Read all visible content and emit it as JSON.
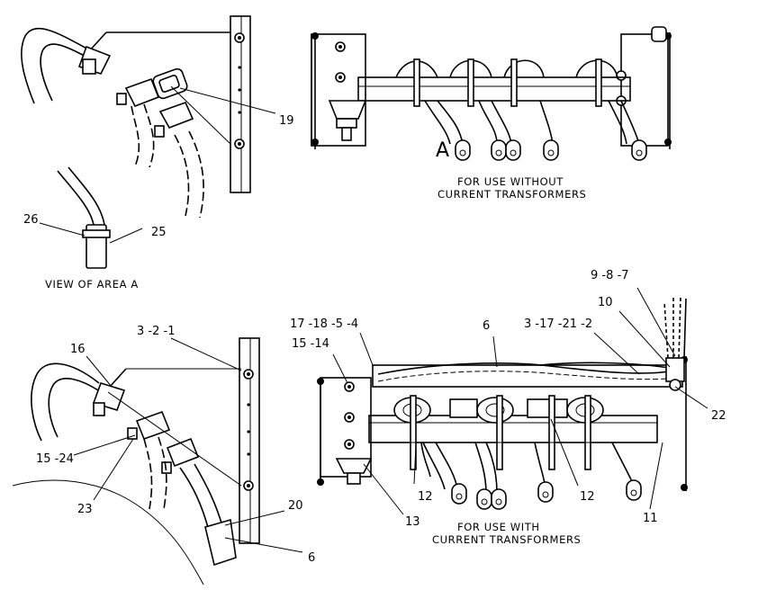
{
  "diagram": {
    "captions": {
      "without_ct_line1": "FOR USE WITHOUT",
      "without_ct_line2": "CURRENT TRANSFORMERS",
      "with_ct_line1": "FOR USE WITH",
      "with_ct_line2": "CURRENT TRANSFORMERS",
      "view_area": "VIEW OF AREA A",
      "area_marker": "A"
    },
    "callouts": {
      "c19": "19",
      "c26": "26",
      "c25": "25",
      "c3_2_1": "3 -2 -1",
      "c16": "16",
      "c15_24": "15 -24",
      "c23": "23",
      "c20": "20",
      "c6_lower": "6",
      "c17_18_5_4": "17 -18 -5 -4",
      "c15_14": "15 -14",
      "c6_top": "6",
      "c3_17_21_2": "3 -17 -21 -2",
      "c10": "10",
      "c9_8_7": "9 -8 -7",
      "c22": "22",
      "c12_left": "12",
      "c12_right": "12",
      "c13": "13",
      "c11": "11"
    }
  }
}
